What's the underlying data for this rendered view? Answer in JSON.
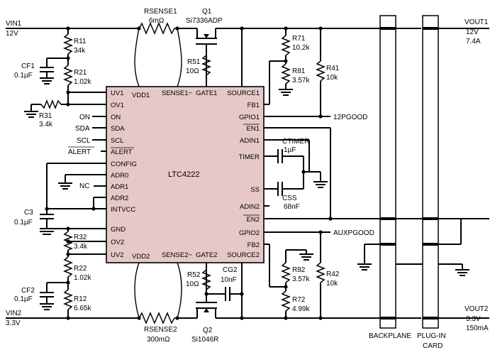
{
  "chip": {
    "name": "LTC4222",
    "pins_left": [
      "UV1",
      "OV1",
      "ON",
      "SDA",
      "SCL",
      "ALERT",
      "CONFIG",
      "ADR0",
      "ADR1",
      "ADR2",
      "INTVCC",
      "GND",
      "OV2",
      "UV2"
    ],
    "pins_right": [
      "SOURCE1",
      "FB1",
      "GPIO1",
      "EN1",
      "ADIN1",
      "TIMER",
      "SS",
      "ADIN2",
      "EN2",
      "GPIO2",
      "FB2",
      "SOURCE2"
    ],
    "pins_top": [
      "VDD1",
      "SENSE1−",
      "GATE1"
    ],
    "pins_bottom": [
      "VDD2",
      "SENSE2−",
      "GATE2"
    ]
  },
  "rails": {
    "vin1_label": "VIN1",
    "vin1_value": "12V",
    "vin2_label": "VIN2",
    "vin2_value": "3.3V",
    "vout1_label": "VOUT1",
    "vout1_value": "12V",
    "vout1_current": "7.4A",
    "vout2_label": "VOUT2",
    "vout2_value": "3.3V",
    "vout2_current": "150mA"
  },
  "signals": {
    "on": "ON",
    "sda": "SDA",
    "scl": "SCL",
    "alert": "ALERT",
    "nc": "NC",
    "pg12": "12PGOOD",
    "auxpg": "AUXPGOOD"
  },
  "components": {
    "rsense1_name": "RSENSE1",
    "rsense1_value": "6mΩ",
    "q1_name": "Q1",
    "q1_part": "Si7336ADP",
    "r5_1_name": "R51",
    "r5_1_value": "10Ω",
    "r7_1_name": "R71",
    "r7_1_value": "10.2k",
    "r8_1_name": "R81",
    "r8_1_value": "3.57k",
    "r4_1_name": "R41",
    "r4_1_value": "10k",
    "r1_1_name": "R11",
    "r1_1_value": "34k",
    "cf1_name": "CF1",
    "cf1_value": "0.1µF",
    "r2_1_name": "R21",
    "r2_1_value": "1.02k",
    "r3_1_name": "R31",
    "r3_1_value": "3.4k",
    "ctimer_name": "CTIMER",
    "ctimer_value": "1µF",
    "css_name": "CSS",
    "css_value": "68nF",
    "c3_name": "C3",
    "c3_value": "0.1µF",
    "r3_2_name": "R32",
    "r3_2_value": "3.4k",
    "r2_2_name": "R22",
    "r2_2_value": "1.02k",
    "cf2_name": "CF2",
    "cf2_value": "0.1µF",
    "r1_2_name": "R12",
    "r1_2_value": "6.65k",
    "r5_2_name": "R52",
    "r5_2_value": "10Ω",
    "cg2_name": "CG2",
    "cg2_value": "10nF",
    "r8_2_name": "R82",
    "r8_2_value": "3.57k",
    "r7_2_name": "R72",
    "r7_2_value": "4.99k",
    "r4_2_name": "R42",
    "r4_2_value": "10k",
    "rsense2_name": "RSENSE2",
    "rsense2_value": "300mΩ",
    "q2_name": "Q2",
    "q2_part": "Si1046R"
  },
  "connectors": {
    "backplane": "BACKPLANE",
    "plugin_line1": "PLUG-IN",
    "plugin_line2": "CARD"
  },
  "colors": {
    "chip_fill": "#e6c8c8",
    "wire": "#000000",
    "background": "#ffffff"
  }
}
